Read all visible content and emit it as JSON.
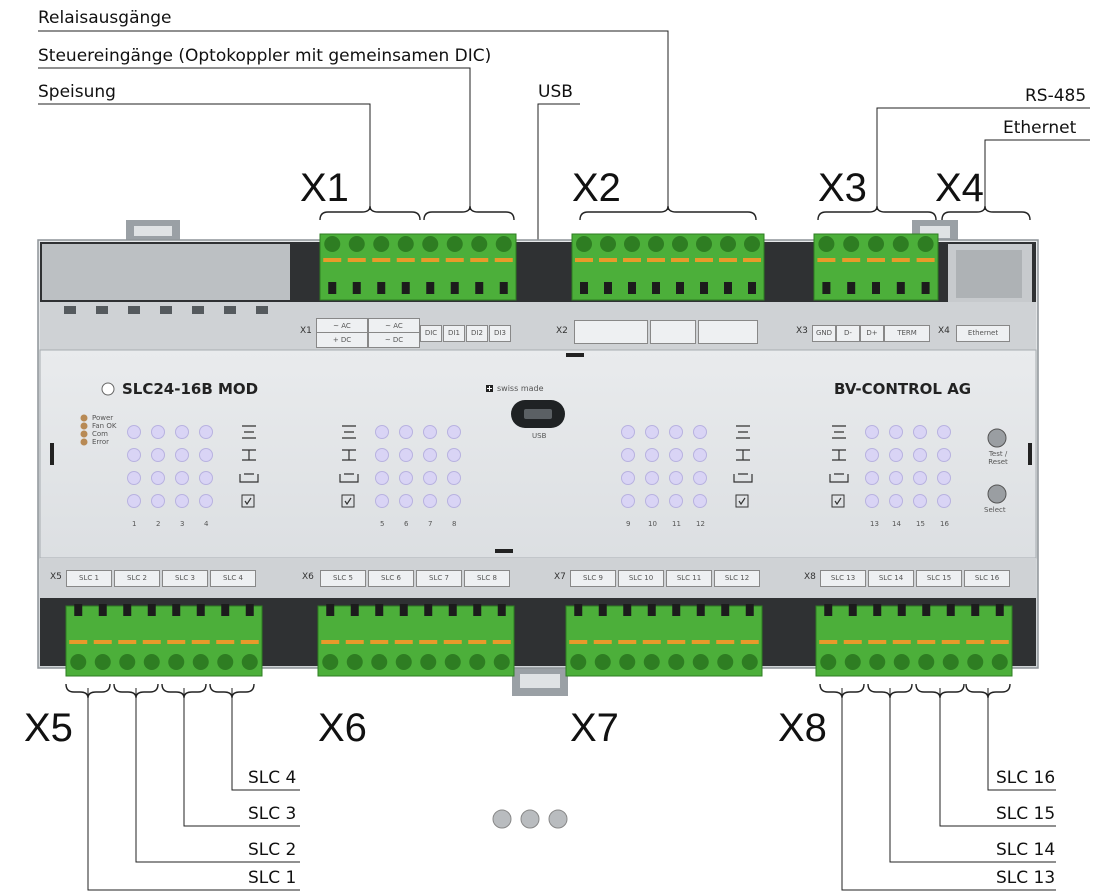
{
  "callouts": {
    "relais": "Relaisausgänge",
    "steuer": "Steuereingänge (Optokoppler mit gemeinsamen DIC)",
    "speisung": "Speisung",
    "usb": "USB",
    "rs485": "RS-485",
    "ethernet": "Ethernet"
  },
  "connectors_top": [
    "X1",
    "X2",
    "X3",
    "X4"
  ],
  "connectors_bottom": [
    "X5",
    "X6",
    "X7",
    "X8"
  ],
  "slc_callouts": {
    "x5": [
      "SLC 4",
      "SLC 3",
      "SLC 2",
      "SLC 1"
    ],
    "x8": [
      "SLC 16",
      "SLC 15",
      "SLC 14",
      "SLC 13"
    ]
  },
  "device": {
    "model": "SLC24-16B MOD",
    "brand": "BV-CONTROL AG",
    "swiss_made": "swiss made",
    "usb_label": "USB",
    "status_leds": [
      "Power",
      "Fan OK",
      "Com",
      "Error"
    ],
    "buttons": [
      "Test / Reset",
      "Select"
    ],
    "top_terminal_labels": {
      "x1_prefix": "X1",
      "x1_supply_top": "~ AC",
      "x1_supply_bottom": "+ DC",
      "x1_supply2_top": "~ AC",
      "x1_supply2_bottom": "~ DC",
      "x1_inputs": [
        "DIC",
        "DI1",
        "DI2",
        "DI3"
      ],
      "x2_prefix": "X2",
      "x3_prefix": "X3",
      "x3_pins": [
        "GND",
        "D-",
        "D+",
        "TERM"
      ],
      "x4_prefix": "X4",
      "x4_label": "Ethernet"
    },
    "bottom_terminal_labels": {
      "x5_prefix": "X5",
      "x5": [
        "SLC 1",
        "SLC 2",
        "SLC 3",
        "SLC 4"
      ],
      "x6_prefix": "X6",
      "x6": [
        "SLC 5",
        "SLC 6",
        "SLC 7",
        "SLC 8"
      ],
      "x7_prefix": "X7",
      "x7": [
        "SLC 9",
        "SLC 10",
        "SLC 11",
        "SLC 12"
      ],
      "x8_prefix": "X8",
      "x8": [
        "SLC 13",
        "SLC 14",
        "SLC 15",
        "SLC 16"
      ]
    },
    "channel_numbers": {
      "g1": [
        "1",
        "2",
        "3",
        "4"
      ],
      "g2": [
        "5",
        "6",
        "7",
        "8"
      ],
      "g3": [
        "9",
        "10",
        "11",
        "12"
      ],
      "g4": [
        "13",
        "14",
        "15",
        "16"
      ]
    }
  },
  "colors": {
    "terminal_green": "#4caf3a",
    "terminal_dark": "#2e7d22",
    "terminal_orange": "#e89a2a",
    "housing": "#d9dcdf",
    "led": "#d9d4f5"
  }
}
